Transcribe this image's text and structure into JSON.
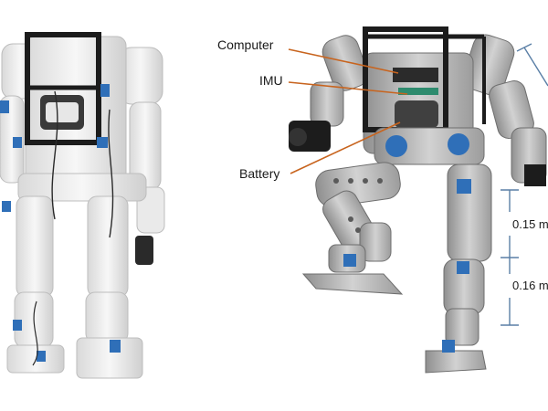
{
  "labels": {
    "computer": "Computer",
    "imu": "IMU",
    "battery": "Battery"
  },
  "dimensions": {
    "upper_leg": "0.15 m",
    "lower_leg": "0.16 m"
  },
  "colors": {
    "leader": "#c8641e",
    "dimension": "#5a7fa6",
    "frame": "#1c1c1c",
    "body_white": "#f1f1f1",
    "body_gray": "#b9b9b9",
    "servo_blue": "#2f6fb8"
  }
}
